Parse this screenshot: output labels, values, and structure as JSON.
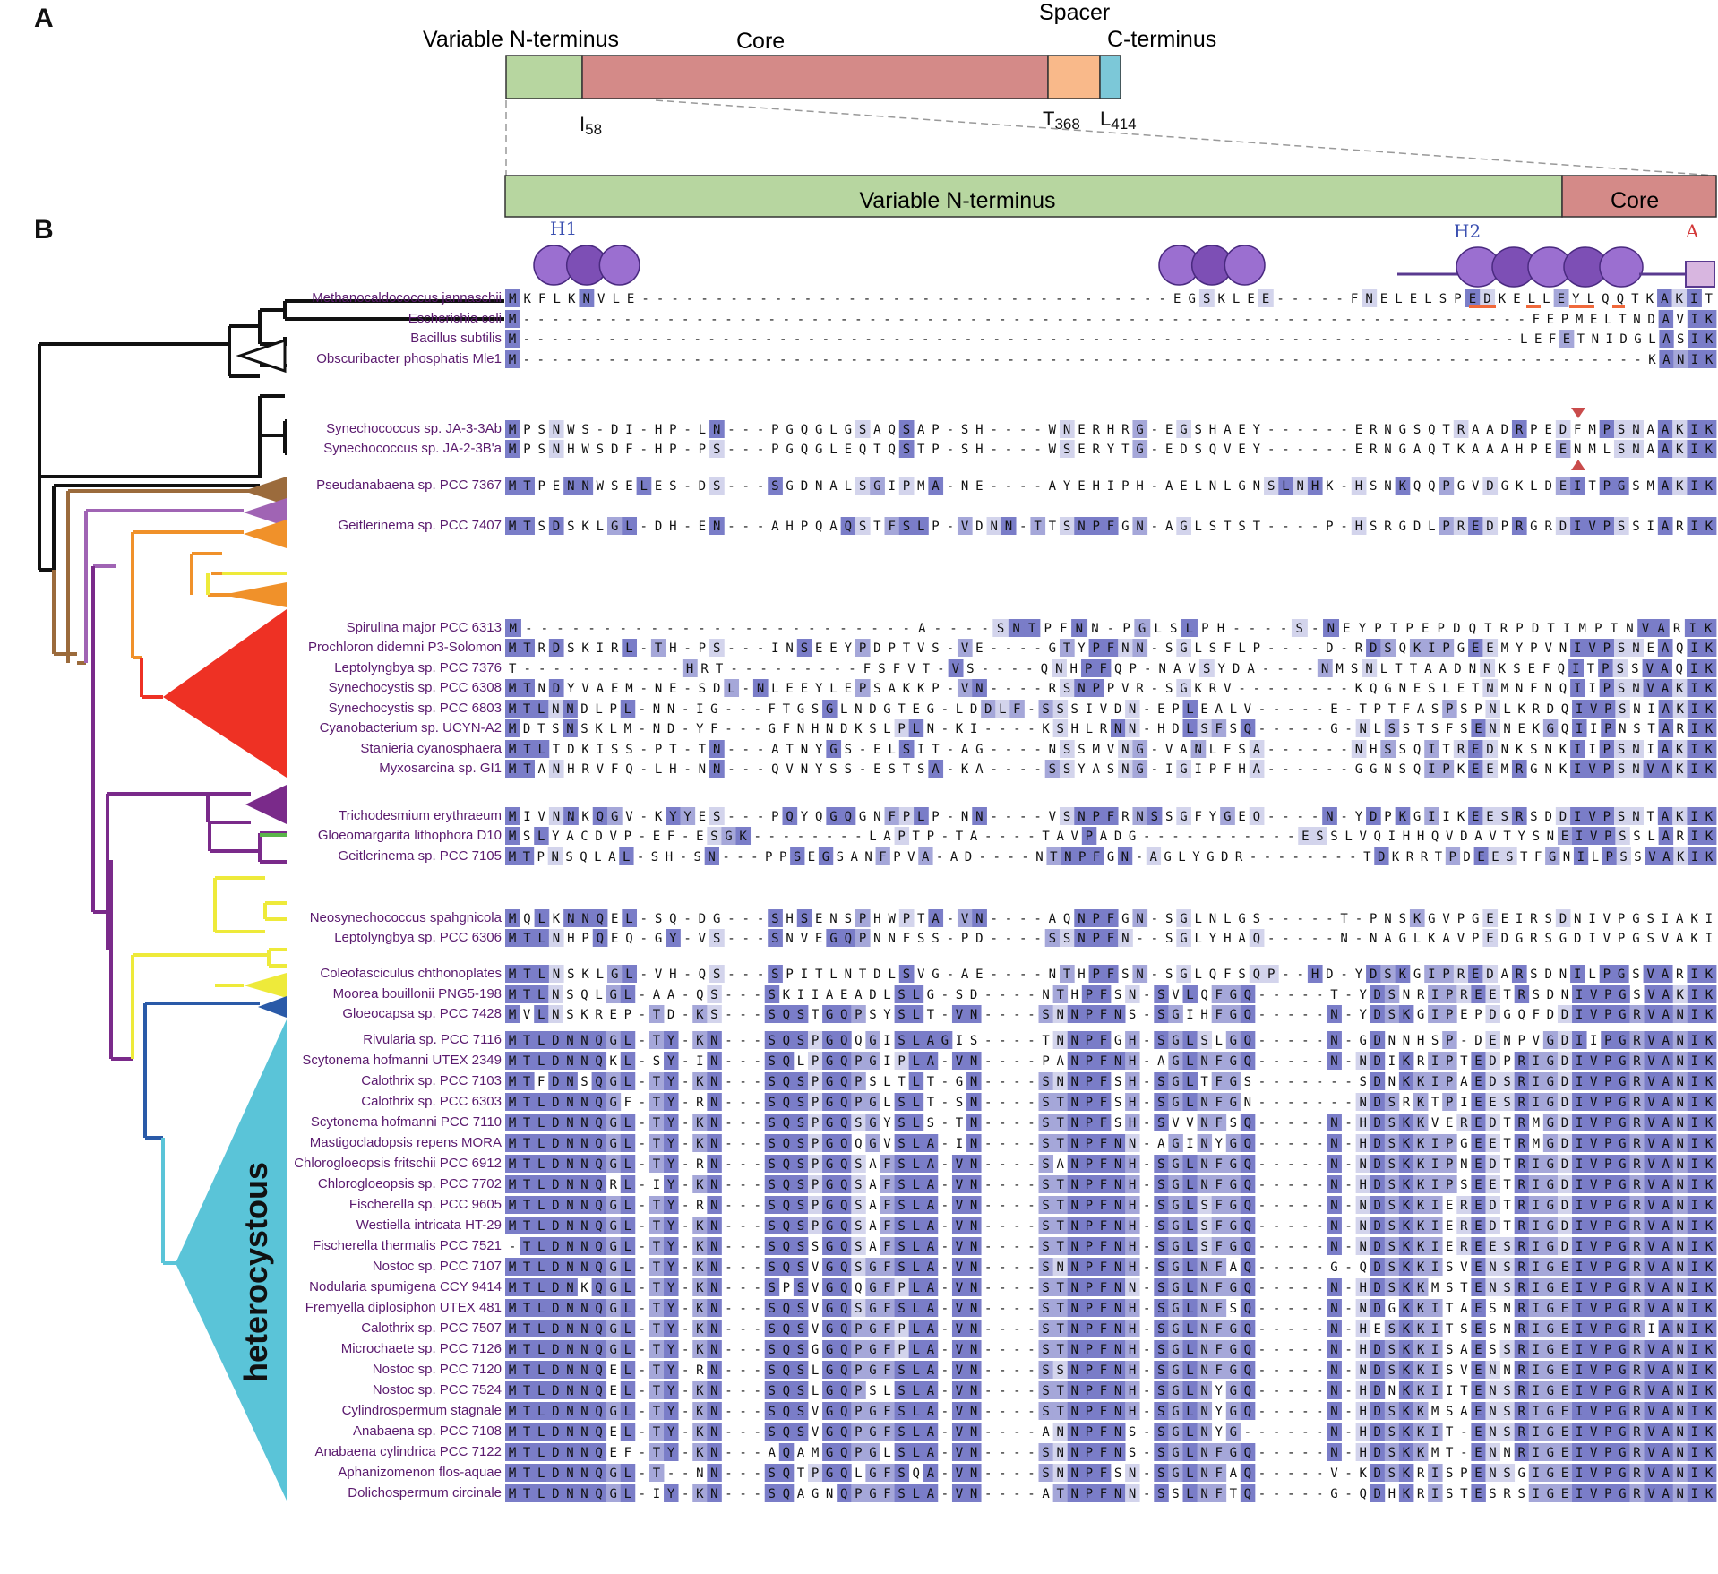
{
  "panel_a": {
    "label": "A",
    "domains": {
      "variable_n": "Variable N-terminus",
      "core": "Core",
      "spacer": "Spacer",
      "c_terminus": "C-terminus"
    },
    "residues": [
      {
        "aa": "I",
        "pos": "58"
      },
      {
        "aa": "T",
        "pos": "368"
      },
      {
        "aa": "L",
        "pos": "414"
      }
    ],
    "zoom_bar": {
      "variable_n": "Variable N-terminus",
      "core": "Core"
    },
    "colors": {
      "variable_n": "#b7d6a0",
      "core": "#d48a88",
      "spacer": "#f9b98a",
      "c_terminus": "#7cc8d8"
    }
  },
  "panel_b": {
    "label": "B",
    "helix_labels": [
      "H1",
      "H2",
      "A"
    ],
    "clade_label": "heterocystous",
    "clade_colors": {
      "outgroup": "#111111",
      "brown": "#9b6b3c",
      "violet": "#a064b4",
      "orange": "#f0912a",
      "yellow": "#eeea3a",
      "red": "#ee3124",
      "purple": "#7a2a8a",
      "green": "#5ab44a",
      "blue": "#2a5aa8",
      "cyan": "#5ac4d8"
    },
    "conservation_colors": {
      "high": "#7a7dc8",
      "mid": "#a5a7d9",
      "low": "#d3d4ec"
    },
    "sequences": [
      {
        "name": "Methanocaldococcus jannaschii",
        "seq": "MKFLKNVLE------------------------------------EGSKLEE-----FNELELSPEDKELLEYLQQTKAKIT"
      },
      {
        "name": "Escherichia coli",
        "seq": "M----------------------------------------------------------------------FEPMELTNDAVIK"
      },
      {
        "name": "Bacillus subtilis",
        "seq": "M----------------------------------------------------------------------LEFETNIDGLASIK"
      },
      {
        "name": "Obscuribacter phosphatis Mle1",
        "seq": "M-------------------------------------------------------------------------------KANIK"
      },
      {
        "name": "Synechococcus sp. JA-3-3Ab",
        "seq": "MPSNWS-DI-HP-LN---PGQGLGSAQSAP-SH----WNERHRG-EGSHAEY------ERNGSQTRAADRPEDFMPSNAAKIK"
      },
      {
        "name": "Synechococcus sp. JA-2-3B'a",
        "seq": "MPSNHWSDF-HP-PS---PGQGLEQTQSTP-SH----WSERYTG-EDSQVEY------ERNGAQTKAAAHPEENMLSNAAKIK"
      },
      {
        "name": "Pseudanabaena sp. PCC 7367",
        "seq": "MTPENNWSELES-DS---SGDNALSGIPMA-NE----AYEHIPH-AELNLGNSLNHK-HSNKQQPGVDGKLDEITPGSMAKIK"
      },
      {
        "name": "Geitlerinema sp. PCC 7407",
        "seq": "MTSDSKLGL-DH-EN---AHPQAQSTFSLP-VDNN-TTSNPFGN-AGLSTST----P-HSRGDLPREDPRGRDIVPSSIARIK"
      },
      {
        "name": "Spirulina major PCC 6313",
        "seq": "M-------------------------A----SNTPFNN-PGLSLPH----S-NEYPTPEPDQTRPDTIMPTNVARIK"
      },
      {
        "name": "Prochloron didemni P3-Solomon",
        "seq": "MTRDSKIRL-TH-PS---INSEEYPDPTVS-VE----GTYPFNN-SGLSFLP----D-RDSQKIPGEEMYPVNIVPSNEAQIK"
      },
      {
        "name": "Leptolyngbya sp. PCC 7376",
        "seq": "T-----------HRT---------FSFVT-VS----QNHPFQP-NAVSYDA----NMSNLTTAADNNKSEFQITPSSVAQIK"
      },
      {
        "name": "Synechocystis sp. PCC 6308",
        "seq": "MTNDYVAEM-NE-SDL-NLEEYLEPSAKKP-VN----RSNPPVR-SGKRV--------KQGNESLETNMNFNQIIPSNVAKIK"
      },
      {
        "name": "Synechocystis sp. PCC 6803",
        "seq": "MTLNNDLPL-NN-IG---FTGSGLNDGTEG-LDDLF-SSSIVDN-EPLEALV-----E-TPTFASPSPNLKRDQIVPSNIAKIK"
      },
      {
        "name": "Cyanobacterium sp. UCYN-A2",
        "seq": "MDTSNSKLM-ND-YF---GFNHNDKSLPLN-KI----KSHLRNN-HDLSFSQ-----G-NLSSTSFSENNEKGQIIPNSTARIK"
      },
      {
        "name": "Stanieria cyanosphaera",
        "seq": "MTLTDKISS-PT-TN---ATNYGS-ELSIT-AG----NSSMVNG-VANLFSA------NHSSQITREDNKSNKIIPSNIAKIK"
      },
      {
        "name": "Myxosarcina sp. GI1",
        "seq": "MTANHRVFQ-LH-NN---QVNYSS-ESTSA-KA----SSYASNG-IGIPFHA------GGNSQIPKEEMRGNKIVPSNVAKIK"
      },
      {
        "name": "Trichodesmium erythraeum",
        "seq": "MIVNNKQGV-KYYES---PQYQGQGNFPLP-NN----VSNPFRNSSGFYGEQ----N-YDPKGIIKEESRSDDIVPSNTAKIK"
      },
      {
        "name": "Gloeomargarita lithophora D10",
        "seq": "MSLYACDVP-EF-ESGK--------LAPTP-TA----TAVPADG-----------ESSLVQIHHQVDAVTYSNEIVPSSLARIK"
      },
      {
        "name": "Geitlerinema sp. PCC 7105",
        "seq": "MTPNSQLAL-SH-SN---PPSEGSANFPVA-AD----NTNPFGN-AGLYGDR--------TDKRRTPDEESTFGNILPSSVAKIK"
      },
      {
        "name": "Neosynechococcus spahgnicola",
        "seq": "MQLKNNQEL-SQ-DG---SHSENSPHWPTA-VN----AQNPFGN-SGLNLGS-----T-PNSKGVPGEEIRSDNIVPGSIAKI"
      },
      {
        "name": "Leptolyngbya sp. PCC 6306",
        "seq": "MTLNHPQEQ-GY-VS---SNVEGQPNNFSS-PD----SSNPFN--SGLYHAQ-----N-NAGLKAVPEDGRSGDIVPGSVAKI"
      },
      {
        "name": "Coleofasciculus chthonoplates",
        "seq": "MTLNSKLGL-VH-QS---SPITLNTDLSVG-AE----NTHPFSN-SGLQFSQP--HD-YDSKGIPREDARSDNILPGSVARIK"
      },
      {
        "name": "Moorea bouillonii PNG5-198",
        "seq": "MTLNSQLGL-AA-QS---SKIIAEADLSLG-SD----NTHPFSN-SVLQFGQ-----T-YDSNRIPREETRSDNIVPGSVAKIK"
      },
      {
        "name": "Gloeocapsa sp. PCC 7428",
        "seq": "MVLNSKREP-TD-KS---SQSTGQPSYSLT-VN----SNNPFNS-SGIHFGQ-----N-YDSKGIPEPDGQFDDIVPGRVANIK"
      },
      {
        "name": "Rivularia sp. PCC 7116",
        "seq": "MTLDNNQGL-TY-KN---SQSPGQQGISLAGIS----TNNPFGH-SGLSLGQ-----N-GDNNHSP-DENPVGDIIPGRVANIK"
      },
      {
        "name": "Scytonema hofmanni UTEX 2349",
        "seq": "MTLDNNQKL-SY-IN---SQLPGQPGIPLA-VN----PANPFNH-AGLNFGQ-----N-NDIKRIPTEDPRIGDIVPGRVANIK"
      },
      {
        "name": "Calothrix sp. PCC 7103",
        "seq": "MTFDNSQGL-TY-KN---SQSPGQPSLTLT-GN----SNNPFSH-SGLTFGS-------SDNKKIPAEDSRIGDIVPGRVANIK"
      },
      {
        "name": "Calothrix sp. PCC 6303",
        "seq": "MTLDNNQGF-TY-RN---SQSPGQPGLSLT-SN----STNPFSH-SGLNFGN-------NDSRKTPIEESRIGDIVPGRVANIK"
      },
      {
        "name": "Scytonema hofmanni PCC 7110",
        "seq": "MTLDNNQGL-TY-KN---SQSPGQSGYSLS-TN----STNPFSH-SVVNFSQ-----N-HDSKKVEREDTRMGDIVPGRVANIK"
      },
      {
        "name": "Mastigocladopsis repens MORA",
        "seq": "MTLDNNQGL-TY-KN---SQSPGQQGVSLA-IN----STNPFNN-AGINYGQ-----N-HDSKKIPGEETRMGDIVPGRVANIK"
      },
      {
        "name": "Chlorogloeopsis fritschii PCC 6912",
        "seq": "MTLDNNQGL-TY-RN---SQSPGQSAFSLA-VN----SANPFNH-SGLNFGQ-----N-NDSKKIPNEDTRIGDIVPGRVANIK"
      },
      {
        "name": "Chlorogloeopsis sp. PCC 7702",
        "seq": "MTLDNNQRL-IY-KN---SQSPGQSAFSLA-VN----STNPFNH-SGLNFGQ-----N-HDSKKIPSEETRIGDIVPGRVANIK"
      },
      {
        "name": "Fischerella sp. PCC 9605",
        "seq": "MTLDNNQGL-TY-RN---SQSPGQSAFSLA-VN----STNPFNH-SGLSFGQ-----N-NDSKKIEREDTRIGDIVPGRVANIK"
      },
      {
        "name": "Westiella intricata HT-29",
        "seq": "MTLDNNQGL-TY-KN---SQSPGQSAFSLA-VN----STNPFNH-SGLSFGQ-----N-NDSKKIEREDTRIGDIVPGRVANIK"
      },
      {
        "name": "Fischerella thermalis PCC 7521",
        "seq": "-TLDNNQGL-TY-KN---SQSSGQSAFSLA-VN----STNPFNH-SGLSFGQ-----N-NDSKKIEREESRIGDIVPGRVANIK"
      },
      {
        "name": "Nostoc sp. PCC 7107",
        "seq": "MTLDNNQGL-TY-KN---SQSVGQSGFSLA-VN----SNNPFNH-SGLNFAQ-----G-QDSKKISVENSRIGEIVPGRVANIK"
      },
      {
        "name": "Nodularia spumigena CCY 9414",
        "seq": "MTLDNKQGL-TY-KN---SPSVGQQGFPLA-VN----STNPFNN-SGLNFGQ-----N-HDSKKMSTENSRIGEIVPGRVANIK"
      },
      {
        "name": "Fremyella diplosiphon UTEX 481",
        "seq": "MTLDNNQGL-TY-KN---SQSVGQSGFSLA-VN----STNPFNH-SGLNFSQ-----N-NDGKKITAESNRIGEIVPGRVANIK"
      },
      {
        "name": "Calothrix sp. PCC 7507",
        "seq": "MTLDNNQGL-TY-KN---SQSVGQPGFPLA-VN----STNPFNH-SGLNFGQ-----N-HESKKITSESNRIGEIVPGRIANIK"
      },
      {
        "name": "Microchaete sp. PCC 7126",
        "seq": "MTLDNNQGL-TY-KN---SQSGGQPGFPLA-VN----STNPFNH-SGLNFGQ-----N-HDSKKISAESSRIGEIVPGRVANIK"
      },
      {
        "name": "Nostoc sp. PCC 7120",
        "seq": "MTLDNNQEL-TY-RN---SQSLGQPGFSLA-VN----SSNPFNH-SGLNFGQ-----N-NDSKKISVENNRIGEIVPGRVANIK"
      },
      {
        "name": "Nostoc sp. PCC 7524",
        "seq": "MTLDNNQEL-TY-KN---SQSLGQPSLSLA-VN----STNPFNH-SGLNYGQ-----N-HDNKKIITENSRIGEIVPGRVANIK"
      },
      {
        "name": "Cylindrospermum stagnale",
        "seq": "MTLDNNQGL-TY-KN---SQSVGQPGFSLA-VN----STNPFNH-SGLNYGQ-----N-HDSKKMSAENSRIGEIVPGRVANIK"
      },
      {
        "name": "Anabaena sp. PCC 7108",
        "seq": "MTLDNNQEL-TY-KN---SQSVGQPGFSLA-VN----ANNPFNS-SGLNYG------N-HDSKKIT-ENSRIGEIVPGRVANIK"
      },
      {
        "name": "Anabaena cylindrica PCC 7122",
        "seq": "MTLDNNQEF-TY-KN---AQAMGQPGLSLA-VN----SNNPFNS-SGLNFGQ-----N-HDSKKMT-ENNRIGEIVPGRVANIK"
      },
      {
        "name": "Aphanizomenon flos-aquae",
        "seq": "MTLDNNQGL-T--NN---SQTPGQLGFSQA-VN----SNNPFSN-SGLNFAQ-----V-KDSKRISPENSGIGEIVPGRVANIK"
      },
      {
        "name": "Dolichospermum circinale",
        "seq": "MTLDNNQGL-IY-KN---SQAGNQPGFSLA-VN----ATNPFNN-SSLNFTQ-----G-QDHKRISTESRSIGEIVPGRVANIK"
      }
    ]
  }
}
